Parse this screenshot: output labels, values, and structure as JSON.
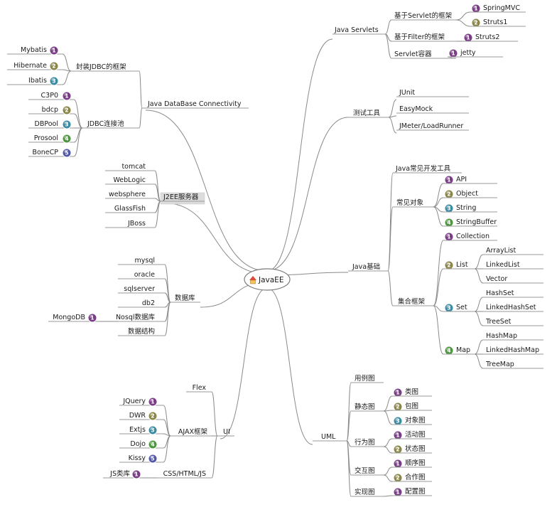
{
  "center": {
    "label": "JavaEE",
    "icon": "house-icon"
  },
  "badge_colors": {
    "1": "#7a3e86",
    "2": "#8a8548",
    "3": "#3b8ba3",
    "4": "#4d9640",
    "5": "#5257a6"
  },
  "branches": {
    "servlets": {
      "label": "Java Servlets",
      "children": [
        {
          "label": "基于Servlet的框架",
          "children": [
            {
              "label": "SpringMVC",
              "badge": "1"
            },
            {
              "label": "Struts1",
              "badge": "2"
            }
          ]
        },
        {
          "label": "基于Filter的框架",
          "children": [
            {
              "label": "Struts2",
              "badge": "1"
            }
          ]
        },
        {
          "label": "Servlet容器",
          "children": [
            {
              "label": "jetty",
              "badge": "1"
            }
          ]
        }
      ]
    },
    "testing": {
      "label": "测试工具",
      "children": [
        {
          "label": "JUnit"
        },
        {
          "label": "EasyMock"
        },
        {
          "label": "JMeter/LoadRunner"
        }
      ]
    },
    "basics": {
      "label": "Java基础",
      "children": [
        {
          "label": "Java常见开发工具"
        },
        {
          "label": "常见对象",
          "children": [
            {
              "label": "API",
              "badge": "1"
            },
            {
              "label": "Object",
              "badge": "2"
            },
            {
              "label": "String",
              "badge": "3"
            },
            {
              "label": "StringBuffer",
              "badge": "4"
            }
          ]
        },
        {
          "label": "集合框架",
          "children": [
            {
              "label": "Collection",
              "badge": "1"
            },
            {
              "label": "List",
              "badge": "2",
              "children": [
                {
                  "label": "ArrayList"
                },
                {
                  "label": "LinkedList"
                },
                {
                  "label": "Vector"
                }
              ]
            },
            {
              "label": "Set",
              "badge": "3",
              "children": [
                {
                  "label": "HashSet"
                },
                {
                  "label": "LinkedHashSet"
                },
                {
                  "label": "TreeSet"
                }
              ]
            },
            {
              "label": "Map",
              "badge": "4",
              "children": [
                {
                  "label": "HashMap"
                },
                {
                  "label": "LinkedHashMap"
                },
                {
                  "label": "TreeMap"
                }
              ]
            }
          ]
        }
      ]
    },
    "uml": {
      "label": "UML",
      "children": [
        {
          "label": "用例图"
        },
        {
          "label": "静态图",
          "children": [
            {
              "label": "类图",
              "badge": "1"
            },
            {
              "label": "包图",
              "badge": "2"
            },
            {
              "label": "对象图",
              "badge": "3"
            }
          ]
        },
        {
          "label": "行为图",
          "children": [
            {
              "label": "活动图",
              "badge": "1"
            },
            {
              "label": "状态图",
              "badge": "2"
            }
          ]
        },
        {
          "label": "交互图",
          "children": [
            {
              "label": "顺序图",
              "badge": "1"
            },
            {
              "label": "合作图",
              "badge": "2"
            }
          ]
        },
        {
          "label": "实现图",
          "children": [
            {
              "label": "配置图",
              "badge": "1"
            }
          ]
        }
      ]
    },
    "jdbc": {
      "label": "Java DataBase Connectivity",
      "children": [
        {
          "label": "封装JDBC的框架",
          "children": [
            {
              "label": "Mybatis",
              "badge": "1"
            },
            {
              "label": "Hibernate",
              "badge": "2"
            },
            {
              "label": "Ibatis",
              "badge": "3"
            }
          ]
        },
        {
          "label": "JDBC连接池",
          "children": [
            {
              "label": "C3P0",
              "badge": "1"
            },
            {
              "label": "bdcp",
              "badge": "2"
            },
            {
              "label": "DBPool",
              "badge": "3"
            },
            {
              "label": "Prosool",
              "badge": "4"
            },
            {
              "label": "BoneCP",
              "badge": "5"
            }
          ]
        }
      ]
    },
    "j2ee": {
      "label": "J2EE服务器",
      "children": [
        {
          "label": "tomcat"
        },
        {
          "label": "WebLogic"
        },
        {
          "label": "websphere"
        },
        {
          "label": "GlassFish"
        },
        {
          "label": "JBoss"
        }
      ]
    },
    "database": {
      "label": "数据库",
      "children": [
        {
          "label": "mysql"
        },
        {
          "label": "oracle"
        },
        {
          "label": "sqlserver"
        },
        {
          "label": "db2"
        },
        {
          "label": "Nosql数据库",
          "children": [
            {
              "label": "MongoDB",
              "badge": "1"
            }
          ]
        },
        {
          "label": "数据结构"
        }
      ]
    },
    "ui": {
      "label": "UI",
      "children": [
        {
          "label": "Flex"
        },
        {
          "label": "AJAX框架",
          "children": [
            {
              "label": "JQuery",
              "badge": "1"
            },
            {
              "label": "DWR",
              "badge": "2"
            },
            {
              "label": "Extjs",
              "badge": "3"
            },
            {
              "label": "Dojo",
              "badge": "4"
            },
            {
              "label": "Kissy",
              "badge": "5"
            }
          ]
        },
        {
          "label": "CSS/HTML/JS",
          "children": [
            {
              "label": "JS类库",
              "badge": "1"
            }
          ]
        }
      ]
    }
  }
}
